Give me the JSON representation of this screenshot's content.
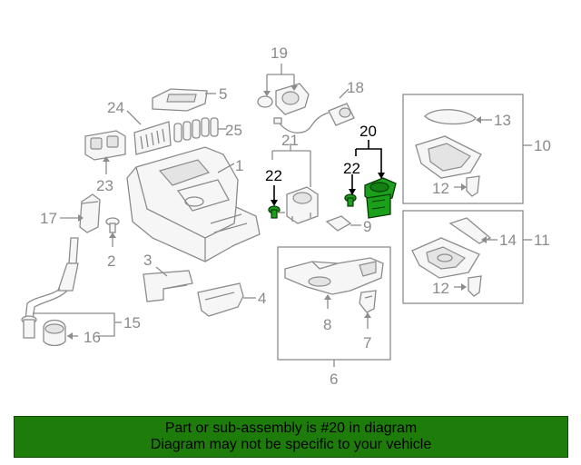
{
  "diagram": {
    "callouts": {
      "c1": "1",
      "c2": "2",
      "c3": "3",
      "c4": "4",
      "c5": "5",
      "c6": "6",
      "c7": "7",
      "c8": "8",
      "c9": "9",
      "c10": "10",
      "c11": "11",
      "c12a": "12",
      "c12b": "12",
      "c13": "13",
      "c14": "14",
      "c15": "15",
      "c16": "16",
      "c17": "17",
      "c18": "18",
      "c19": "19",
      "c20": "20",
      "c21": "21",
      "c22a": "22",
      "c22b": "22",
      "c23": "23",
      "c24": "24",
      "c25": "25"
    },
    "highlighted_part": "20",
    "colors": {
      "highlight": "#1aa01a",
      "banner": "#1e7d0a",
      "line": "#8c8c8c"
    }
  },
  "banner": {
    "line1": "Part or sub-assembly is #20 in diagram",
    "line2": "Diagram may not be specific to your vehicle"
  }
}
